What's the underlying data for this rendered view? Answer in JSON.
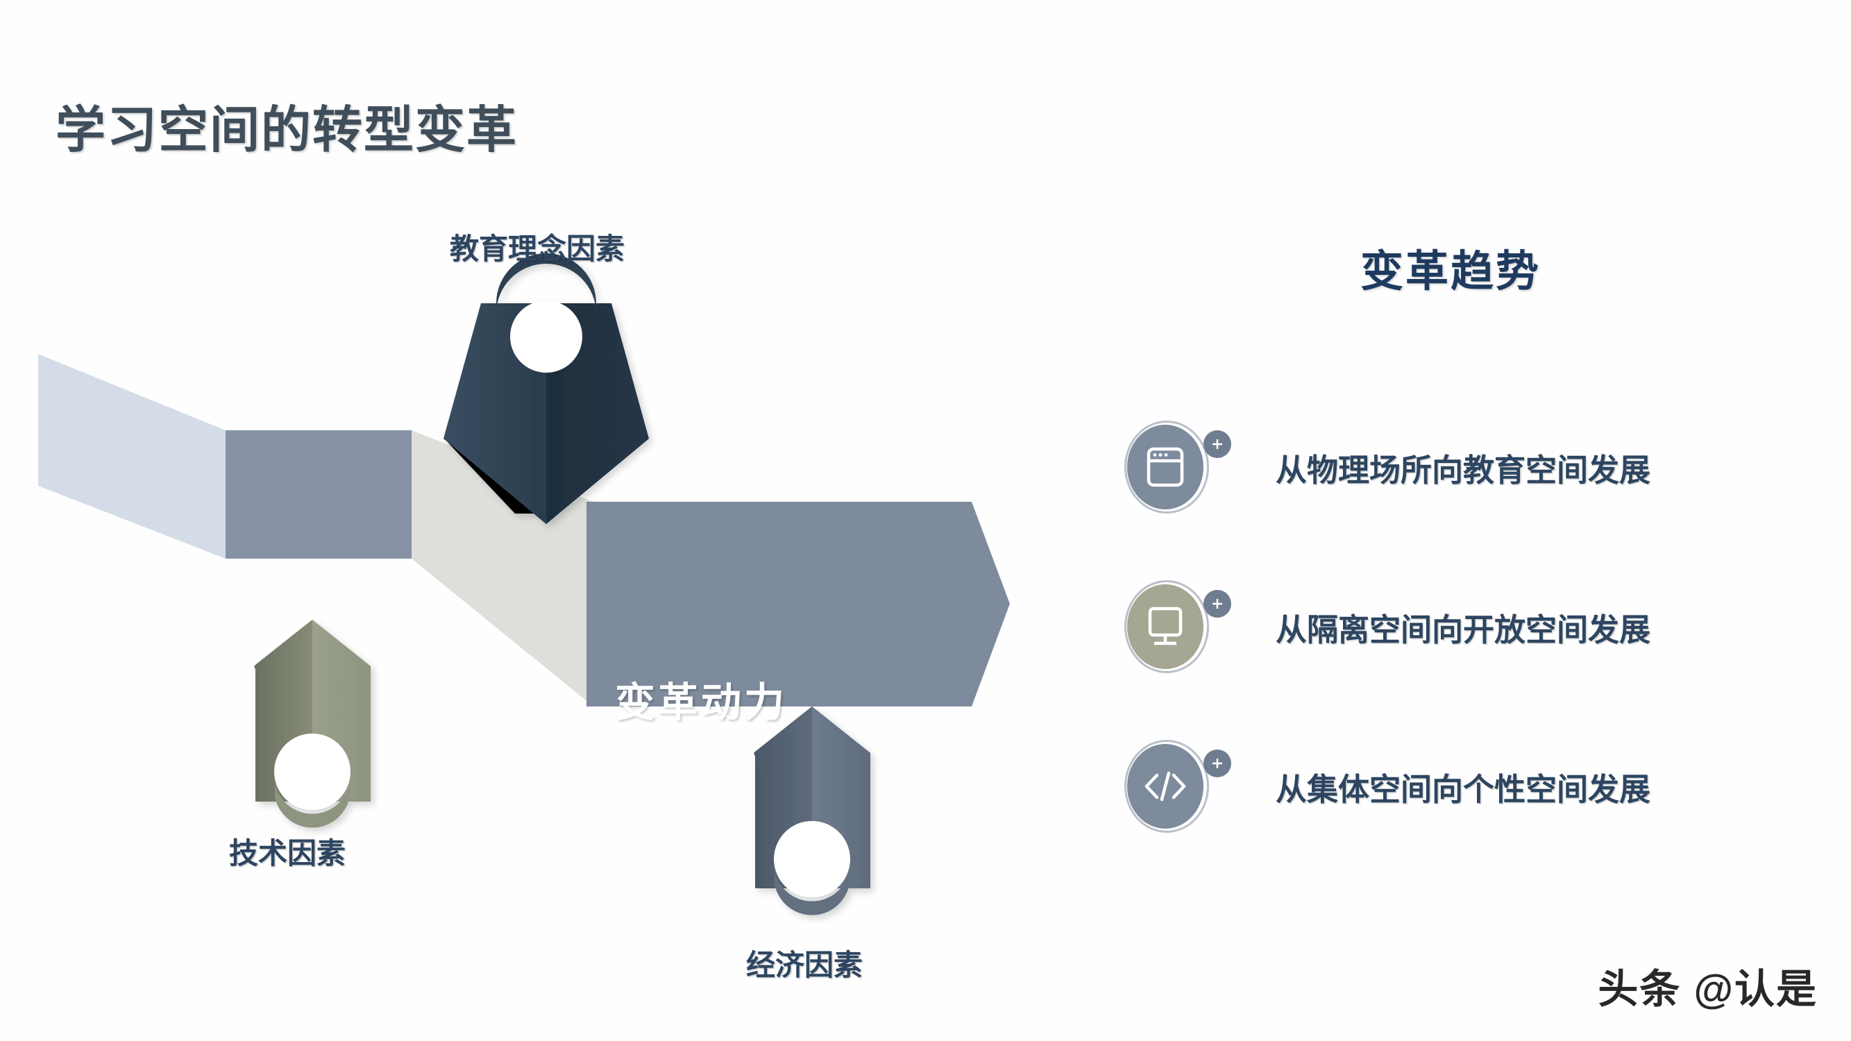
{
  "slide": {
    "title": "学习空间的转型变革",
    "background_color": "#ffffff"
  },
  "diagram": {
    "banner_label": "变革动力",
    "banner_segments": [
      {
        "name": "segment-1",
        "color": "#d4dde7"
      },
      {
        "name": "segment-2",
        "color": "#8793a5"
      },
      {
        "name": "segment-3",
        "color": "#dedfdb"
      },
      {
        "name": "segment-4-arrow",
        "color": "#7e8b9d"
      }
    ],
    "factors": [
      {
        "label": "教育理念因素",
        "direction": "down",
        "color": "#27384a"
      },
      {
        "label": "技术因素",
        "direction": "up",
        "color": "#848a73"
      },
      {
        "label": "经济因素",
        "direction": "up",
        "color": "#5d6b7d"
      }
    ]
  },
  "trends": {
    "heading": "变革趋势",
    "items": [
      {
        "label": "从物理场所向教育空间发展",
        "icon": "browser-window-icon",
        "circle_color": "#7d8b9d",
        "badge": "plus-badge"
      },
      {
        "label": "从隔离空间向开放空间发展",
        "icon": "monitor-icon",
        "circle_color": "#a5a793",
        "badge": "plus-badge"
      },
      {
        "label": "从集体空间向个性空间发展",
        "icon": "code-icon",
        "circle_color": "#7d8b9d",
        "badge": "plus-badge"
      }
    ]
  },
  "watermark": {
    "text": "头条 @认是"
  },
  "colors": {
    "title": "#3f4e5a",
    "heading": "#1f3a5f",
    "body_text": "#2d4560",
    "banner_text": "#ffffff"
  }
}
